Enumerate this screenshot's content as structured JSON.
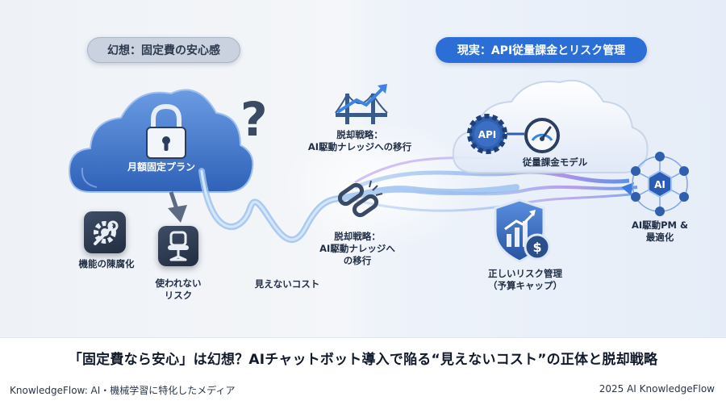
{
  "left_panel": {
    "pill": "幻想：固定費の安心感",
    "cloud_label": "月額固定プラン",
    "question_mark": "?",
    "items": {
      "degradation": "機能の陳腐化",
      "unused_risk": "使われない\nリスク",
      "hidden_cost": "見えないコスト"
    }
  },
  "middle": {
    "exit_top": "脱却戦略：\nAI駆動ナレッジへの移行",
    "exit_bottom": "脱却戦略：\nAI駆動ナレッジへ\nの移行"
  },
  "right_panel": {
    "pill": "現実：API従量課金とリスク管理",
    "api_badge": "API",
    "usage_model": "従量課金モデル",
    "ai_pm": "AI駆動PM &\n最適化",
    "ai_badge": "AI",
    "risk_mgmt": "正しいリスク管理\n（予算キャップ）"
  },
  "footer": {
    "headline": "「固定費なら安心」は幻想？AIチャットボット導入で陥る“見えないコスト”の正体と脱却戦略",
    "source": "KnowledgeFlow: AI・機械学習に特化したメディア",
    "copyright": "2025 AI KnowledgeFlow"
  },
  "colors": {
    "accent_blue": "#2b6fd6",
    "cloud_blue": "#4f86d9",
    "flow_purple": "#8a7be8",
    "dark_tile": "#2b3649"
  },
  "icons": [
    "lock-icon",
    "question-icon",
    "gear-wrench-icon",
    "office-chair-icon",
    "bridge-growth-icon",
    "chain-link-icon",
    "api-gear-icon",
    "gauge-icon",
    "shield-chart-icon",
    "dollar-coin-icon",
    "ai-network-icon"
  ]
}
